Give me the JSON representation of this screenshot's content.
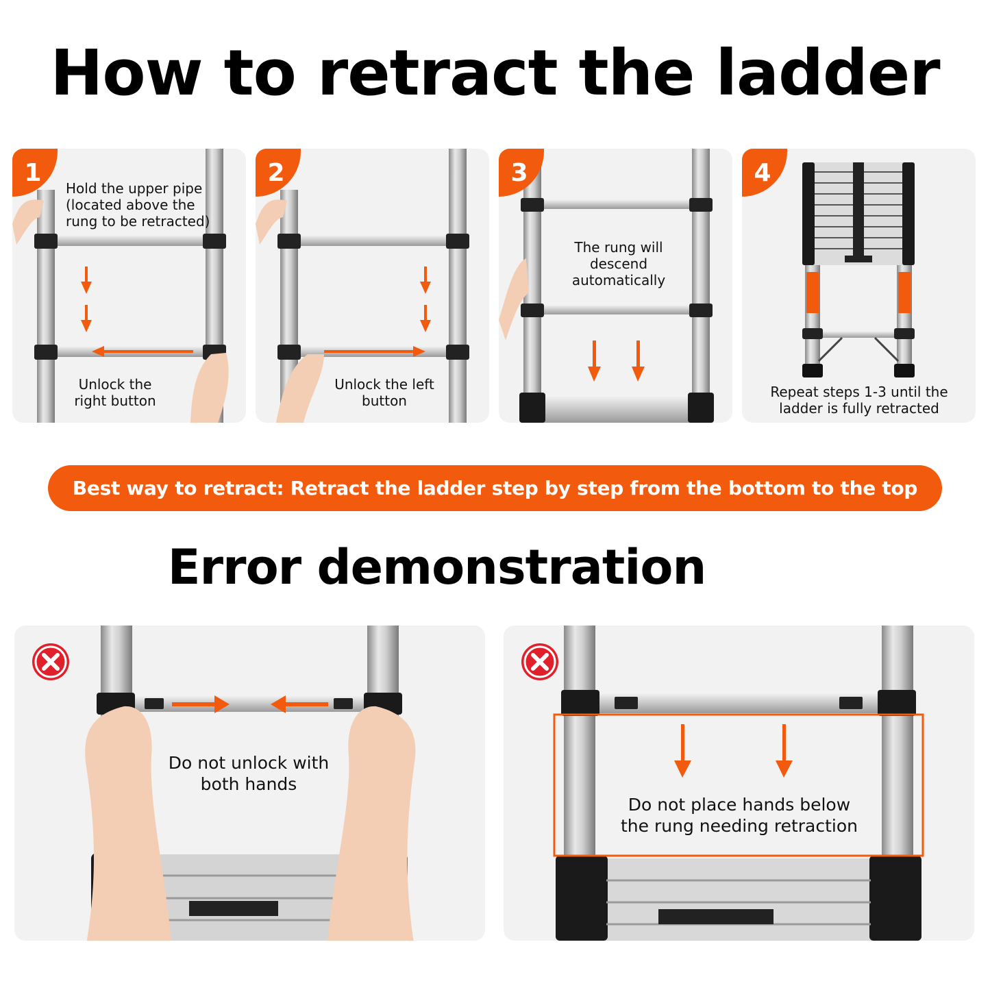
{
  "title": "How to retract the ladder",
  "steps": [
    {
      "number": "1",
      "text": "Hold the upper pipe (located above the rung to be retracted)",
      "caption": "Unlock the right button"
    },
    {
      "number": "2",
      "caption": "Unlock the left button"
    },
    {
      "number": "3",
      "text": "The rung will descend automatically"
    },
    {
      "number": "4",
      "caption": "Repeat steps 1-3 until the ladder is fully retracted"
    }
  ],
  "tip": "Best way to retract: Retract the ladder step by step from the bottom to the top",
  "error_title": "Error demonstration",
  "errors": [
    {
      "icon": "x-icon",
      "text": "Do not unlock with both hands"
    },
    {
      "icon": "x-icon",
      "text": "Do not place hands below the rung needing retraction"
    }
  ],
  "colors": {
    "accent": "#f25a0d",
    "error": "#e0202a",
    "panel": "#f2f2f2"
  }
}
